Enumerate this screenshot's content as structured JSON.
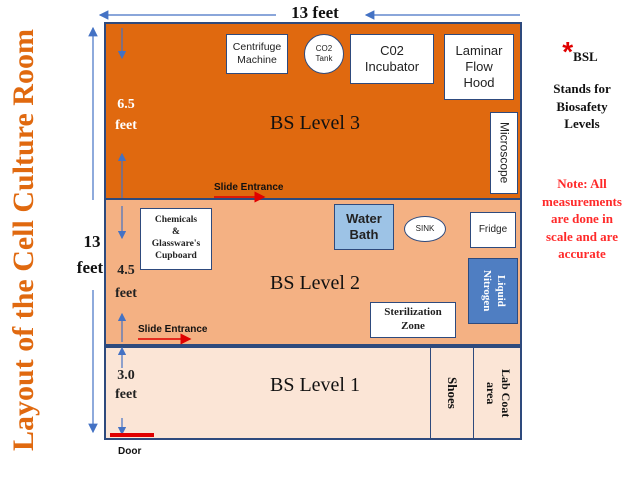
{
  "title": "Layout of the Cell Culture Room",
  "dimensions": {
    "top": "13 feet",
    "left_number": "13",
    "left_unit": "feet"
  },
  "levels": [
    {
      "label": "BS Level 3",
      "height_value": "6.5",
      "height_unit": "feet",
      "color": "#e0690f"
    },
    {
      "label": "BS Level 2",
      "height_value": "4.5",
      "height_unit": "feet",
      "color": "#f4b183"
    },
    {
      "label": "BS Level 1",
      "height_value": "3.0",
      "height_unit": "feet",
      "color": "#fbe5d6"
    }
  ],
  "equipment": {
    "centrifuge": "Centrifuge\nMachine",
    "co2_tank": "CO2\nTank",
    "co2_incubator": "C02\nIncubator",
    "laminar_flow_hood": "Laminar\nFlow\nHood",
    "microscope": "Microscope",
    "chemicals_cupboard": "Chemicals\n&\nGlassware's\nCupboard",
    "water_bath": "Water\nBath",
    "sink": "SINK",
    "fridge": "Fridge",
    "liquid_nitrogen": "Liquid\nNitrogen",
    "sterilization_zone": "Sterilization\nZone",
    "shoes": "Shoes",
    "lab_coat_area": "Lab Coat\narea"
  },
  "entrances": {
    "level3": "Slide Entrance",
    "level2": "Slide Entrance"
  },
  "door": "Door",
  "legend": {
    "asterisk": "*",
    "bsl": "BSL",
    "bsl_meaning": "Stands for\nBiosafety\nLevels",
    "note_label": "Note:",
    "note_text": "All\nmeasurements\nare done in\nscale and are\naccurate"
  },
  "colors": {
    "outline": "#2e4a7d",
    "accent_red": "#e00000",
    "note_red": "#ff2a2a",
    "nitrogen_blue": "#4f7ec2",
    "water_bath_blue": "#9dc3e6",
    "arrow_blue": "#4472c4"
  }
}
